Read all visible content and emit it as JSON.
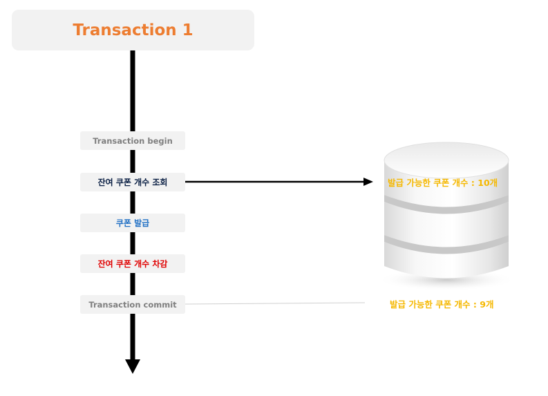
{
  "title": "Transaction 1",
  "steps": [
    {
      "label": "Transaction begin"
    },
    {
      "label": "잔여 쿠폰 개수 조회"
    },
    {
      "label": "쿠폰 발급"
    },
    {
      "label": "잔여 쿠폰 개수 차감"
    },
    {
      "label": "Transaction commit"
    }
  ],
  "database": {
    "before_label": "발급 가능한 쿠폰 개수 : 10개",
    "after_label": "발급 가능한 쿠폰 개수 : 9개"
  },
  "colors": {
    "title": "#ed7d31",
    "step_gray": "#7f7f7f",
    "step_navy": "#0a1f44",
    "step_blue": "#1f6fc4",
    "step_red": "#e00000",
    "db_label": "#f5b800"
  }
}
